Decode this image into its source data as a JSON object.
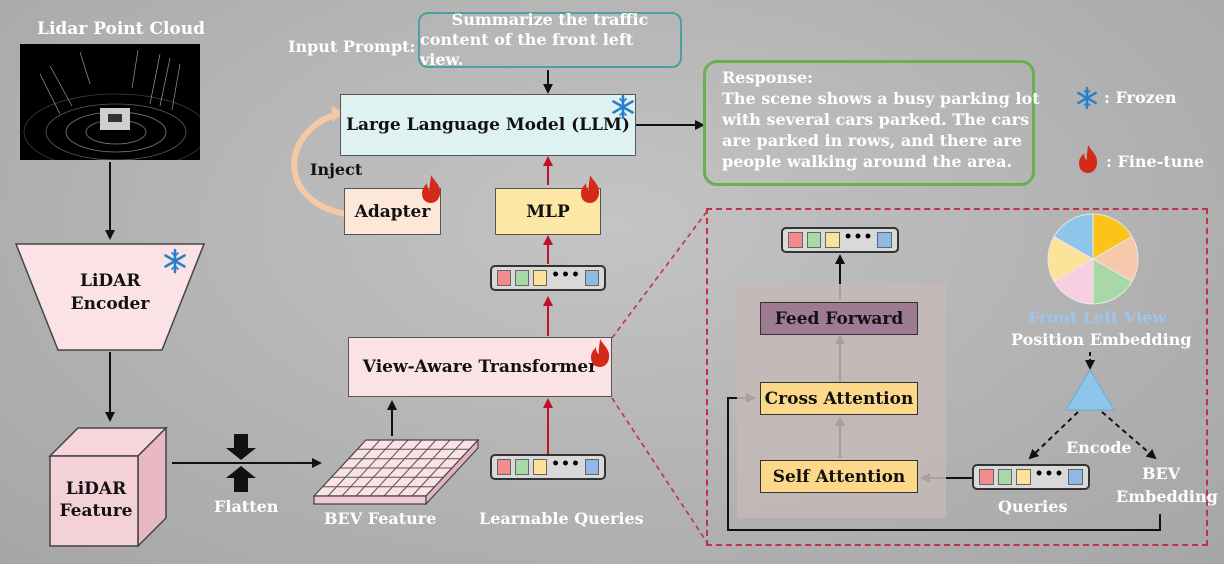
{
  "labels": {
    "lidar_point_cloud": "Lidar Point Cloud",
    "input_prompt": "Input Prompt:",
    "inject": "Inject",
    "flatten": "Flatten",
    "bev_feature": "BEV Feature",
    "learnable_queries": "Learnable Queries",
    "front_left_view": "Front Left View",
    "position_embedding": "Position Embedding",
    "encode": "Encode",
    "bev_embedding_1": "BEV",
    "bev_embedding_2": "Embedding",
    "queries": "Queries"
  },
  "prompt": {
    "line1": "Summarize the traffic",
    "line2": "content of the front left view."
  },
  "response": {
    "title": "Response:",
    "lines": [
      "The scene shows a busy parking lot",
      "with several cars parked. The cars",
      "are parked in rows, and there are",
      "people walking around the area."
    ]
  },
  "blocks": {
    "llm": "Large Language Model (LLM)",
    "adapter": "Adapter",
    "mlp": "MLP",
    "view_aware_transformer": "View-Aware Transformer",
    "lidar_encoder_1": "LiDAR",
    "lidar_encoder_2": "Encoder",
    "lidar_feature_1": "LiDAR",
    "lidar_feature_2": "Feature",
    "feed_forward": "Feed Forward",
    "cross_attention": "Cross Attention",
    "self_attention": "Self Attention"
  },
  "legend": {
    "frozen": ": Frozen",
    "fine_tune": ": Fine-tune",
    "frozen_icon": "snowflake-icon",
    "fine_tune_icon": "flame-icon"
  },
  "colors": {
    "llm_fill": "#dff2f2",
    "adapter_fill": "#fde7d8",
    "mlp_fill": "#fde7a6",
    "transformer_fill": "#fbe2e6",
    "feed_forward_fill": "#9e7a93",
    "attention_fill": "#fcd88a",
    "prompt_border": "#4aa39b",
    "response_border": "#6ab04c",
    "dashed_border": "#c0314a",
    "red_arrow": "#c0112a",
    "snowflake": "#2a80c8",
    "flame": "#d42a1a"
  },
  "token_colors": [
    "#f28b8b",
    "#a8d8a8",
    "#fde29a",
    "#8db9e3"
  ],
  "pie_colors": [
    "#fcc419",
    "#f6c9ad",
    "#a8d8a8",
    "#f7cfe0",
    "#fde29a",
    "#8ec5ea"
  ]
}
